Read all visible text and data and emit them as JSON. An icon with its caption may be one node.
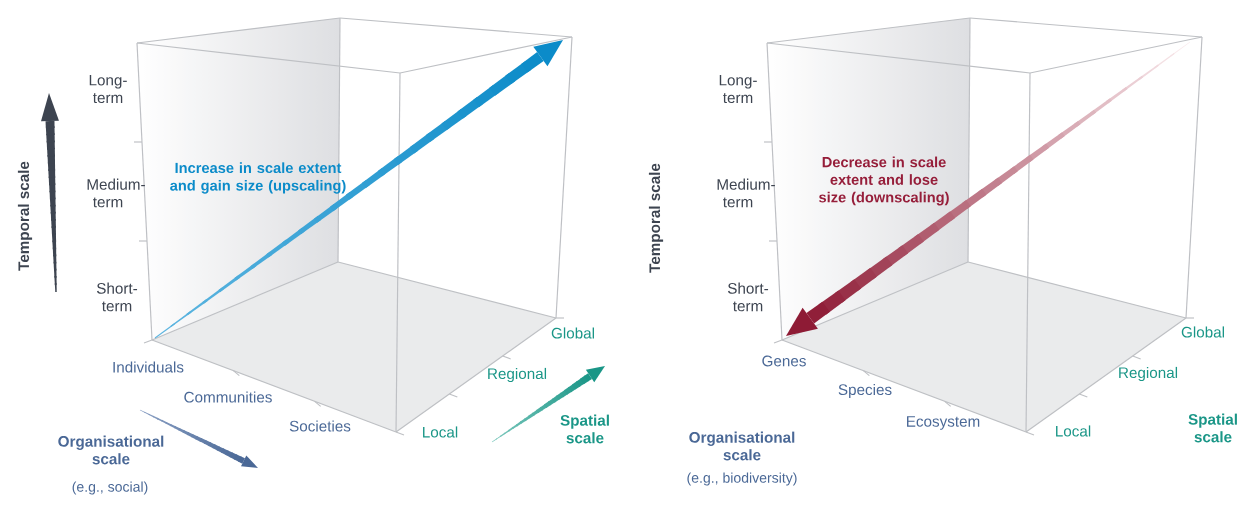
{
  "diagram": {
    "labels": [
      "Long-term",
      "Medium-term",
      "Short-term",
      "Temporal scale",
      "Increase in scale extent and gain size (upscaling)",
      "Individuals",
      "Communities",
      "Societies",
      "Local",
      "Regional",
      "Global",
      "Spatial scale",
      "Organisational scale",
      "(e.g., social)",
      "Long-term",
      "Medium-term",
      "Short-term",
      "Temporal scale",
      "Decrease in scale extent and lose size (downscaling)",
      "Genes",
      "Species",
      "Ecosystem",
      "Local",
      "Regional",
      "Global",
      "Spatial scale",
      "Organisational scale",
      "(e.g., biodiversity)"
    ]
  }
}
